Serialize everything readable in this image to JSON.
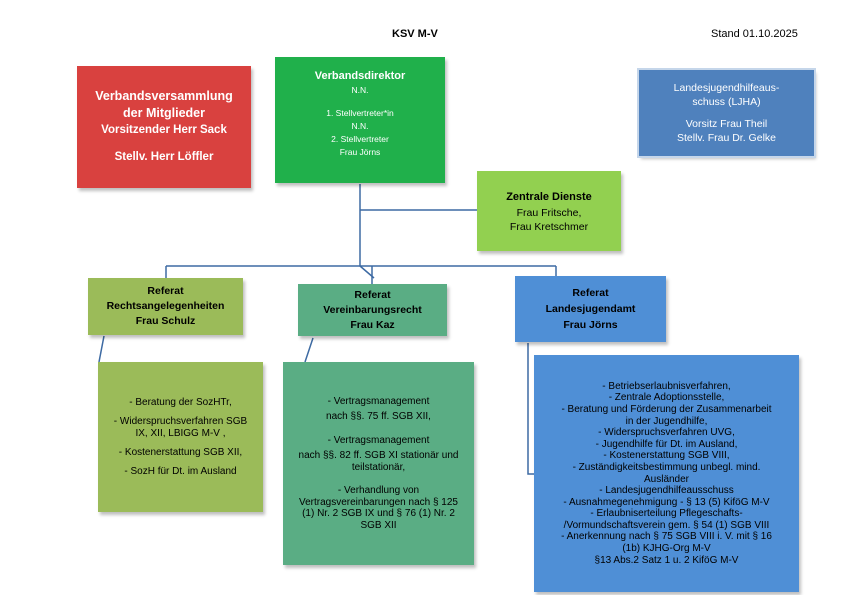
{
  "header": {
    "title": "KSV M-V",
    "date": "Stand 01.10.2025"
  },
  "colors": {
    "assembly": "#d9413f",
    "director": "#20b04b",
    "ljha": "#4f81bd",
    "central": "#92d050",
    "referat_legal": "#9bbb59",
    "referat_agreement": "#5aad84",
    "referat_youth": "#4f8fd6",
    "connector": "#3d6aa3"
  },
  "assembly": {
    "lines": [
      "Verbandsversammlung",
      "der Mitglieder",
      "Vorsitzender Herr Sack",
      "",
      "Stellv. Herr Löffler"
    ]
  },
  "director": {
    "title": "Verbandsdirektor",
    "lines": [
      "N.N.",
      "",
      "1. Stellvertreter*in",
      "N.N.",
      "2. Stellvertreter",
      "Frau Jörns"
    ]
  },
  "ljha": {
    "lines": [
      "Landesjugendhilfeaus-",
      "schuss (LJHA)",
      "",
      "Vorsitz Frau Theil",
      "Stellv.  Frau  Dr. Gelke"
    ]
  },
  "central": {
    "title": "Zentrale Dienste",
    "lines": [
      "Frau Fritsche,",
      "Frau Kretschmer"
    ]
  },
  "referats": [
    {
      "lines": [
        "Referat",
        "Rechtsangelegenheiten",
        "Frau Schulz"
      ]
    },
    {
      "lines": [
        "Referat",
        "Vereinbarungsrecht",
        "Frau Kaz"
      ]
    },
    {
      "lines": [
        "Referat",
        "Landesjugendamt",
        "Frau  Jörns"
      ]
    }
  ],
  "tasks": [
    {
      "lines": [
        "- Beratung der SozHTr,",
        "",
        "- Widerspruchsverfahren SGB",
        "IX, XII, LBIGG M-V ,",
        "",
        "- Kostenerstattung SGB XII,",
        "",
        "- SozH für Dt. im Ausland"
      ]
    },
    {
      "lines": [
        "- Vertragsmanagement",
        "nach §§. 75 ff. SGB XII,",
        "",
        "",
        "- Vertragsmanagement",
        "nach §§. 82 ff. SGB XI stationär und",
        "teilstationär,",
        "",
        "- Verhandlung von",
        "Vertragsvereinbarungen nach § 125",
        "(1) Nr. 2 SGB IX und § 76 (1) Nr. 2",
        "SGB XII"
      ]
    },
    {
      "lines": [
        "- Betriebserlaubnisverfahren,",
        "- Zentrale Adoptionsstelle,",
        "- Beratung und  Förderung der Zusammenarbeit",
        "in der Jugendhilfe,",
        "- Widerspruchsverfahren UVG,",
        "- Jugendhilfe für Dt. im Ausland,",
        "-  Kostenerstattung SGB VIII,",
        "- Zuständigkeitsbestimmung unbegl. mind.",
        "Ausländer",
        "- Landesjugendhilfeausschuss",
        "- Ausnahmegenehmigung - § 13 (5) KiföG M-V",
        "- Erlaubniserteilung Pflegeschafts-",
        "/Vormundschaftsverein gem. § 54 (1) SGB VIII",
        "- Anerkennung nach § 75 SGB VIII i. V. mit § 16",
        "(1b) KJHG-Org M-V",
        "§13 Abs.2 Satz 1 u. 2 KiföG M-V"
      ]
    }
  ]
}
